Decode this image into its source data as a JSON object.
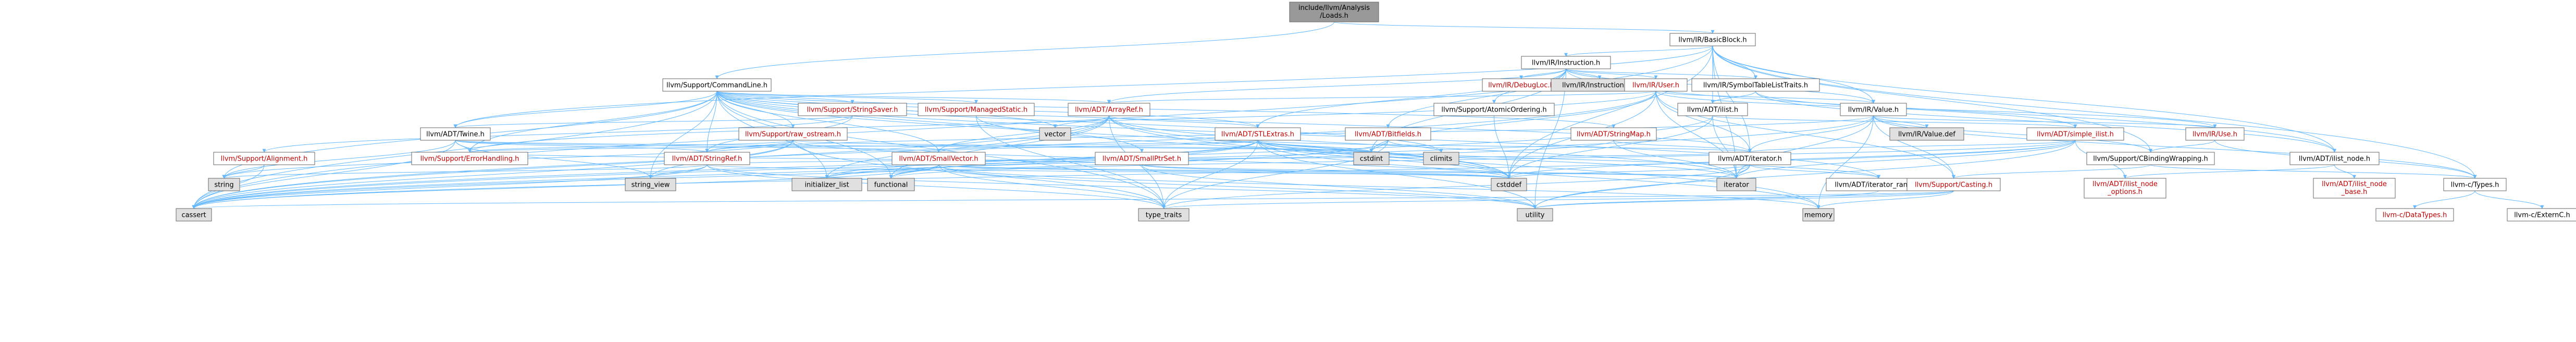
{
  "graph": {
    "colors": {
      "edge": "#63b8ff",
      "border": "#666666",
      "fill": "#ffffff",
      "gray_fill": "#e0e0e0",
      "root_fill": "#999999",
      "link_text": "#bf0000",
      "plain_text": "#000000"
    },
    "nodes": [
      {
        "id": "root",
        "label": "include/llvm/Analysis\n/Loads.h",
        "style": "root"
      },
      {
        "id": "bb",
        "label": "llvm/IR/BasicBlock.h",
        "style": "plain"
      },
      {
        "id": "instr",
        "label": "llvm/IR/Instruction.h",
        "style": "plain"
      },
      {
        "id": "cl",
        "label": "llvm/Support/CommandLine.h",
        "style": "plain"
      },
      {
        "id": "dbgloc",
        "label": "llvm/IR/DebugLoc.h",
        "style": "link"
      },
      {
        "id": "instdef",
        "label": "llvm/IR/Instruction.def",
        "style": "gray"
      },
      {
        "id": "user",
        "label": "llvm/IR/User.h",
        "style": "link"
      },
      {
        "id": "symtab",
        "label": "llvm/IR/SymbolTableListTraits.h",
        "style": "plain"
      },
      {
        "id": "strsaver",
        "label": "llvm/Support/StringSaver.h",
        "style": "link"
      },
      {
        "id": "managed",
        "label": "llvm/Support/ManagedStatic.h",
        "style": "link"
      },
      {
        "id": "arrayref",
        "label": "llvm/ADT/ArrayRef.h",
        "style": "link"
      },
      {
        "id": "atomic",
        "label": "llvm/Support/AtomicOrdering.h",
        "style": "plain"
      },
      {
        "id": "ilist",
        "label": "llvm/ADT/ilist.h",
        "style": "plain"
      },
      {
        "id": "value",
        "label": "llvm/IR/Value.h",
        "style": "plain"
      },
      {
        "id": "twine",
        "label": "llvm/ADT/Twine.h",
        "style": "plain"
      },
      {
        "id": "rawos",
        "label": "llvm/Support/raw_ostream.h",
        "style": "link"
      },
      {
        "id": "vector",
        "label": "vector",
        "style": "gray"
      },
      {
        "id": "bitmask",
        "label": "llvm/ADT/Bitfields.h",
        "style": "link"
      },
      {
        "id": "stlextras",
        "label": "llvm/ADT/STLExtras.h",
        "style": "link"
      },
      {
        "id": "strmap",
        "label": "llvm/ADT/StringMap.h",
        "style": "link"
      },
      {
        "id": "valuedef",
        "label": "llvm/IR/Value.def",
        "style": "gray"
      },
      {
        "id": "simpleilist",
        "label": "llvm/ADT/simple_ilist.h",
        "style": "link"
      },
      {
        "id": "use",
        "label": "llvm/IR/Use.h",
        "style": "link"
      },
      {
        "id": "align",
        "label": "llvm/Support/Alignment.h",
        "style": "link"
      },
      {
        "id": "errh",
        "label": "llvm/Support/ErrorHandling.h",
        "style": "link"
      },
      {
        "id": "strref",
        "label": "llvm/ADT/StringRef.h",
        "style": "link"
      },
      {
        "id": "smallvec",
        "label": "llvm/ADT/SmallVector.h",
        "style": "link"
      },
      {
        "id": "smallptr",
        "label": "llvm/ADT/SmallPtrSet.h",
        "style": "link"
      },
      {
        "id": "cstdint",
        "label": "cstdint",
        "style": "gray"
      },
      {
        "id": "climits",
        "label": "climits",
        "style": "gray"
      },
      {
        "id": "iterator_h",
        "label": "llvm/ADT/iterator.h",
        "style": "plain"
      },
      {
        "id": "cbinding",
        "label": "llvm/Support/CBindingWrapping.h",
        "style": "plain"
      },
      {
        "id": "ilistnode",
        "label": "llvm/ADT/ilist_node.h",
        "style": "plain"
      },
      {
        "id": "string",
        "label": "string",
        "style": "gray"
      },
      {
        "id": "strview",
        "label": "string_view",
        "style": "gray"
      },
      {
        "id": "initlist",
        "label": "initializer_list",
        "style": "gray"
      },
      {
        "id": "functional",
        "label": "functional",
        "style": "gray"
      },
      {
        "id": "cstddef",
        "label": "cstddef",
        "style": "gray"
      },
      {
        "id": "iterator",
        "label": "iterator",
        "style": "gray"
      },
      {
        "id": "itrange",
        "label": "llvm/ADT/iterator_range.h",
        "style": "plain"
      },
      {
        "id": "casting",
        "label": "llvm/Support/Casting.h",
        "style": "link"
      },
      {
        "id": "ilnodeopt",
        "label": "llvm/ADT/ilist_node\n_options.h",
        "style": "link"
      },
      {
        "id": "ilnodebase",
        "label": "llvm/ADT/ilist_node\n_base.h",
        "style": "link"
      },
      {
        "id": "ctypes",
        "label": "llvm-c/Types.h",
        "style": "plain"
      },
      {
        "id": "cassert",
        "label": "cassert",
        "style": "gray"
      },
      {
        "id": "typetraits",
        "label": "type_traits",
        "style": "gray"
      },
      {
        "id": "utility",
        "label": "utility",
        "style": "gray"
      },
      {
        "id": "memory",
        "label": "memory",
        "style": "gray"
      },
      {
        "id": "datatypes",
        "label": "llvm-c/DataTypes.h",
        "style": "link"
      },
      {
        "id": "externc",
        "label": "llvm-c/ExternC.h",
        "style": "plain"
      }
    ],
    "edges": [
      [
        "root",
        "bb"
      ],
      [
        "root",
        "cl"
      ],
      [
        "bb",
        "instr"
      ],
      [
        "bb",
        "symtab"
      ],
      [
        "bb",
        "value"
      ],
      [
        "bb",
        "ilist"
      ],
      [
        "bb",
        "twine"
      ],
      [
        "bb",
        "ctypes"
      ],
      [
        "bb",
        "cbinding"
      ],
      [
        "bb",
        "iterator_h"
      ],
      [
        "bb",
        "cassert"
      ],
      [
        "bb",
        "cstddef"
      ],
      [
        "bb",
        "iterator"
      ],
      [
        "bb",
        "ilistnode"
      ],
      [
        "instr",
        "dbgloc"
      ],
      [
        "instr",
        "instdef"
      ],
      [
        "instr",
        "user"
      ],
      [
        "instr",
        "symtab"
      ],
      [
        "instr",
        "arrayref"
      ],
      [
        "instr",
        "bitmask"
      ],
      [
        "instr",
        "stlextras"
      ],
      [
        "instr",
        "atomic"
      ],
      [
        "instr",
        "ilistnode"
      ],
      [
        "instr",
        "cstdint"
      ],
      [
        "instr",
        "utility"
      ],
      [
        "instr",
        "value"
      ],
      [
        "cl",
        "strsaver"
      ],
      [
        "cl",
        "managed"
      ],
      [
        "cl",
        "arrayref"
      ],
      [
        "cl",
        "twine"
      ],
      [
        "cl",
        "rawos"
      ],
      [
        "cl",
        "stlextras"
      ],
      [
        "cl",
        "strmap"
      ],
      [
        "cl",
        "errh"
      ],
      [
        "cl",
        "strref"
      ],
      [
        "cl",
        "smallvec"
      ],
      [
        "cl",
        "smallptr"
      ],
      [
        "cl",
        "iterator_h"
      ],
      [
        "cl",
        "itrange"
      ],
      [
        "cl",
        "cassert"
      ],
      [
        "cl",
        "climits"
      ],
      [
        "cl",
        "cstddef"
      ],
      [
        "cl",
        "functional"
      ],
      [
        "cl",
        "initlist"
      ],
      [
        "cl",
        "string"
      ],
      [
        "cl",
        "typetraits"
      ],
      [
        "cl",
        "vector"
      ],
      [
        "cl",
        "strview"
      ],
      [
        "user",
        "arrayref"
      ],
      [
        "user",
        "iterator_h"
      ],
      [
        "user",
        "value"
      ],
      [
        "user",
        "use"
      ],
      [
        "user",
        "casting"
      ],
      [
        "user",
        "errh"
      ],
      [
        "user",
        "cassert"
      ],
      [
        "user",
        "cstddef"
      ],
      [
        "user",
        "cstdint"
      ],
      [
        "user",
        "iterator"
      ],
      [
        "symtab",
        "ilist"
      ],
      [
        "symtab",
        "simpleilist"
      ],
      [
        "symtab",
        "ilistnode"
      ],
      [
        "strsaver",
        "strref"
      ],
      [
        "strsaver",
        "twine"
      ],
      [
        "strsaver",
        "align"
      ],
      [
        "managed",
        "cstddef"
      ],
      [
        "managed",
        "typetraits"
      ],
      [
        "arrayref",
        "smallvec"
      ],
      [
        "arrayref",
        "stlextras"
      ],
      [
        "arrayref",
        "vector"
      ],
      [
        "arrayref",
        "cstddef"
      ],
      [
        "arrayref",
        "initlist"
      ],
      [
        "arrayref",
        "iterator"
      ],
      [
        "arrayref",
        "memory"
      ],
      [
        "arrayref",
        "typetraits"
      ],
      [
        "arrayref",
        "cassert"
      ],
      [
        "arrayref",
        "functional"
      ],
      [
        "atomic",
        "cstddef"
      ],
      [
        "ilist",
        "simpleilist"
      ],
      [
        "ilist",
        "cassert"
      ],
      [
        "ilist",
        "cstddef"
      ],
      [
        "ilist",
        "iterator"
      ],
      [
        "value",
        "valuedef"
      ],
      [
        "value",
        "use"
      ],
      [
        "value",
        "iterator_h"
      ],
      [
        "value",
        "casting"
      ],
      [
        "value",
        "cbinding"
      ],
      [
        "value",
        "ctypes"
      ],
      [
        "value",
        "cassert"
      ],
      [
        "value",
        "iterator"
      ],
      [
        "value",
        "memory"
      ],
      [
        "value",
        "strref"
      ],
      [
        "twine",
        "smallvec"
      ],
      [
        "twine",
        "strref"
      ],
      [
        "twine",
        "errh"
      ],
      [
        "twine",
        "cassert"
      ],
      [
        "twine",
        "cstdint"
      ],
      [
        "twine",
        "string"
      ],
      [
        "twine",
        "strview"
      ],
      [
        "rawos",
        "strref"
      ],
      [
        "rawos",
        "errh"
      ],
      [
        "rawos",
        "cassert"
      ],
      [
        "rawos",
        "cstddef"
      ],
      [
        "rawos",
        "cstdint"
      ],
      [
        "rawos",
        "string"
      ],
      [
        "rawos",
        "strview"
      ],
      [
        "rawos",
        "typetraits"
      ],
      [
        "bitmask",
        "cassert"
      ],
      [
        "bitmask",
        "climits"
      ],
      [
        "bitmask",
        "cstdint"
      ],
      [
        "bitmask",
        "typetraits"
      ],
      [
        "stlextras",
        "smallvec"
      ],
      [
        "stlextras",
        "iterator_h"
      ],
      [
        "stlextras",
        "itrange"
      ],
      [
        "stlextras",
        "errh"
      ],
      [
        "stlextras",
        "cassert"
      ],
      [
        "stlextras",
        "cstddef"
      ],
      [
        "stlextras",
        "cstdint"
      ],
      [
        "stlextras",
        "functional"
      ],
      [
        "stlextras",
        "initlist"
      ],
      [
        "stlextras",
        "iterator"
      ],
      [
        "stlextras",
        "typetraits"
      ],
      [
        "stlextras",
        "utility"
      ],
      [
        "stlextras",
        "memory"
      ],
      [
        "strmap",
        "iterator_h"
      ],
      [
        "strmap",
        "initlist"
      ],
      [
        "strmap",
        "iterator"
      ],
      [
        "simpleilist",
        "iterator_h"
      ],
      [
        "simpleilist",
        "ilnodeopt"
      ],
      [
        "simpleilist",
        "cassert"
      ],
      [
        "simpleilist",
        "cstddef"
      ],
      [
        "simpleilist",
        "functional"
      ],
      [
        "simpleilist",
        "iterator"
      ],
      [
        "simpleilist",
        "utility"
      ],
      [
        "use",
        "cbinding"
      ],
      [
        "use",
        "ctypes"
      ],
      [
        "align",
        "cassert"
      ],
      [
        "align",
        "string"
      ],
      [
        "strref",
        "iterator_h"
      ],
      [
        "strref",
        "cassert"
      ],
      [
        "strref",
        "cstddef"
      ],
      [
        "strref",
        "string"
      ],
      [
        "strref",
        "strview"
      ],
      [
        "strref",
        "typetraits"
      ],
      [
        "strref",
        "utility"
      ],
      [
        "smallvec",
        "cassert"
      ],
      [
        "smallvec",
        "cstddef"
      ],
      [
        "smallvec",
        "functional"
      ],
      [
        "smallvec",
        "initlist"
      ],
      [
        "smallvec",
        "iterator"
      ],
      [
        "smallvec",
        "memory"
      ],
      [
        "smallvec",
        "typetraits"
      ],
      [
        "smallvec",
        "utility"
      ],
      [
        "smallptr",
        "errh"
      ],
      [
        "smallptr",
        "cstddef"
      ],
      [
        "smallptr",
        "iterator"
      ],
      [
        "smallptr",
        "utility"
      ],
      [
        "iterator_h",
        "itrange"
      ],
      [
        "iterator_h",
        "cstddef"
      ],
      [
        "iterator_h",
        "iterator"
      ],
      [
        "iterator_h",
        "typetraits"
      ],
      [
        "iterator_h",
        "utility"
      ],
      [
        "cbinding",
        "casting"
      ],
      [
        "cbinding",
        "ctypes"
      ],
      [
        "ilistnode",
        "ilnodebase"
      ],
      [
        "ilistnode",
        "ilnodeopt"
      ],
      [
        "itrange",
        "utility"
      ],
      [
        "casting",
        "cassert"
      ],
      [
        "casting",
        "memory"
      ],
      [
        "casting",
        "typetraits"
      ],
      [
        "casting",
        "utility"
      ],
      [
        "ctypes",
        "datatypes"
      ],
      [
        "ctypes",
        "externc"
      ]
    ]
  }
}
